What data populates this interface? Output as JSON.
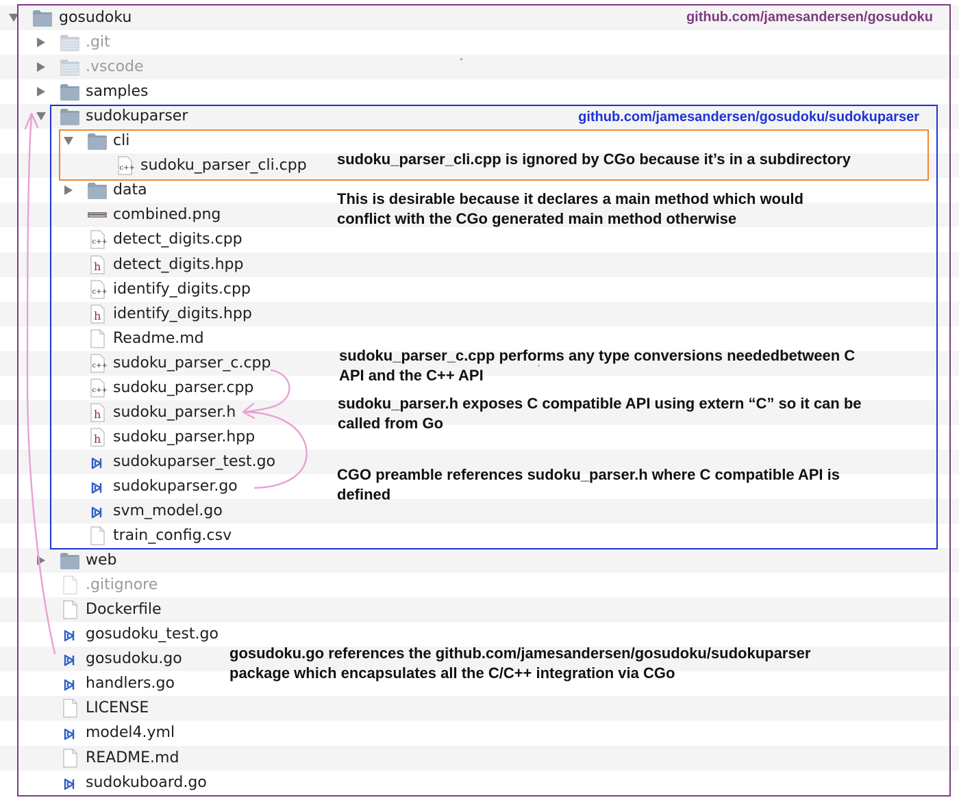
{
  "tree": {
    "root": {
      "name": "gosudoku",
      "expanded": true
    },
    "items": [
      {
        "name": ".git",
        "kind": "folder",
        "level": 1,
        "expandable": true,
        "expanded": false,
        "dim": true
      },
      {
        "name": ".vscode",
        "kind": "folder",
        "level": 1,
        "expandable": true,
        "expanded": false,
        "dim": true
      },
      {
        "name": "samples",
        "kind": "folder",
        "level": 1,
        "expandable": true,
        "expanded": false,
        "dim": false
      },
      {
        "name": "sudokuparser",
        "kind": "folder",
        "level": 1,
        "expandable": true,
        "expanded": true,
        "dim": false
      },
      {
        "name": "cli",
        "kind": "folder",
        "level": 2,
        "expandable": true,
        "expanded": true,
        "dim": false
      },
      {
        "name": "sudoku_parser_cli.cpp",
        "kind": "cpp",
        "level": 3,
        "expandable": false,
        "dim": false
      },
      {
        "name": "data",
        "kind": "folder",
        "level": 2,
        "expandable": true,
        "expanded": false,
        "dim": false
      },
      {
        "name": "combined.png",
        "kind": "png",
        "level": 2,
        "expandable": false,
        "dim": false
      },
      {
        "name": "detect_digits.cpp",
        "kind": "cpp",
        "level": 2,
        "expandable": false,
        "dim": false
      },
      {
        "name": "detect_digits.hpp",
        "kind": "h",
        "level": 2,
        "expandable": false,
        "dim": false
      },
      {
        "name": "identify_digits.cpp",
        "kind": "cpp",
        "level": 2,
        "expandable": false,
        "dim": false
      },
      {
        "name": "identify_digits.hpp",
        "kind": "h",
        "level": 2,
        "expandable": false,
        "dim": false
      },
      {
        "name": "Readme.md",
        "kind": "doc",
        "level": 2,
        "expandable": false,
        "dim": false
      },
      {
        "name": "sudoku_parser_c.cpp",
        "kind": "cpp",
        "level": 2,
        "expandable": false,
        "dim": false
      },
      {
        "name": "sudoku_parser.cpp",
        "kind": "cpp",
        "level": 2,
        "expandable": false,
        "dim": false
      },
      {
        "name": "sudoku_parser.h",
        "kind": "h",
        "level": 2,
        "expandable": false,
        "dim": false
      },
      {
        "name": "sudoku_parser.hpp",
        "kind": "h",
        "level": 2,
        "expandable": false,
        "dim": false
      },
      {
        "name": "sudokuparser_test.go",
        "kind": "go",
        "level": 2,
        "expandable": false,
        "dim": false
      },
      {
        "name": "sudokuparser.go",
        "kind": "go",
        "level": 2,
        "expandable": false,
        "dim": false
      },
      {
        "name": "svm_model.go",
        "kind": "go",
        "level": 2,
        "expandable": false,
        "dim": false
      },
      {
        "name": "train_config.csv",
        "kind": "doc",
        "level": 2,
        "expandable": false,
        "dim": false
      },
      {
        "name": "web",
        "kind": "folder",
        "level": 1,
        "expandable": true,
        "expanded": false,
        "dim": false
      },
      {
        "name": ".gitignore",
        "kind": "doc",
        "level": 1,
        "expandable": false,
        "dim": true
      },
      {
        "name": "Dockerfile",
        "kind": "doc",
        "level": 1,
        "expandable": false,
        "dim": false
      },
      {
        "name": "gosudoku_test.go",
        "kind": "go",
        "level": 1,
        "expandable": false,
        "dim": false
      },
      {
        "name": "gosudoku.go",
        "kind": "go",
        "level": 1,
        "expandable": false,
        "dim": false
      },
      {
        "name": "handlers.go",
        "kind": "go",
        "level": 1,
        "expandable": false,
        "dim": false
      },
      {
        "name": "LICENSE",
        "kind": "doc",
        "level": 1,
        "expandable": false,
        "dim": false
      },
      {
        "name": "model4.yml",
        "kind": "go",
        "level": 1,
        "expandable": false,
        "dim": false
      },
      {
        "name": "README.md",
        "kind": "doc",
        "level": 1,
        "expandable": false,
        "dim": false
      },
      {
        "name": "sudokuboard.go",
        "kind": "go",
        "level": 1,
        "expandable": false,
        "dim": false
      }
    ]
  },
  "annotations": {
    "outer_url": "github.com/jamesandersen/gosudoku",
    "parser_url": "github.com/jamesandersen/gosudoku/sudokuparser",
    "cli_note": "sudoku_parser_cli.cpp is ignored by CGo because it’s in a subdirectory",
    "desirable_note": [
      "This is desirable because it declares a main method which would",
      "conflict with the CGo generated main method otherwise"
    ],
    "c_cpp_note": [
      "sudoku_parser_c.cpp performs any type conversions neededbetween C",
      "API and the C++ API"
    ],
    "h_note": [
      "sudoku_parser.h exposes C compatible API using extern “C” so it can be",
      "called from Go"
    ],
    "cgo_note": [
      "CGO preamble references sudoku_parser.h where C compatible API is",
      "defined"
    ],
    "gosudoku_note": [
      "gosudoku.go references the github.com/jamesandersen/gosudoku/sudokuparser",
      "package which encapsulates all the C/C++ integration via CGo"
    ]
  },
  "colors": {
    "outer_frame": "#7e3a82",
    "parser_frame": "#1d34d8",
    "cli_frame": "#f0852d",
    "arrows": "#e9a0d4",
    "outer_url": "#7e3a82",
    "parser_url": "#1d34d8",
    "folder": "#8ea0b3",
    "go_icon": "#2b5fc8",
    "h_icon": "#8b2a3a"
  },
  "icons": {
    "folder": "folder-icon",
    "cpp": "cpp-file-icon",
    "h": "header-file-icon",
    "go": "go-file-icon",
    "doc": "document-icon",
    "png": "image-file-icon"
  }
}
